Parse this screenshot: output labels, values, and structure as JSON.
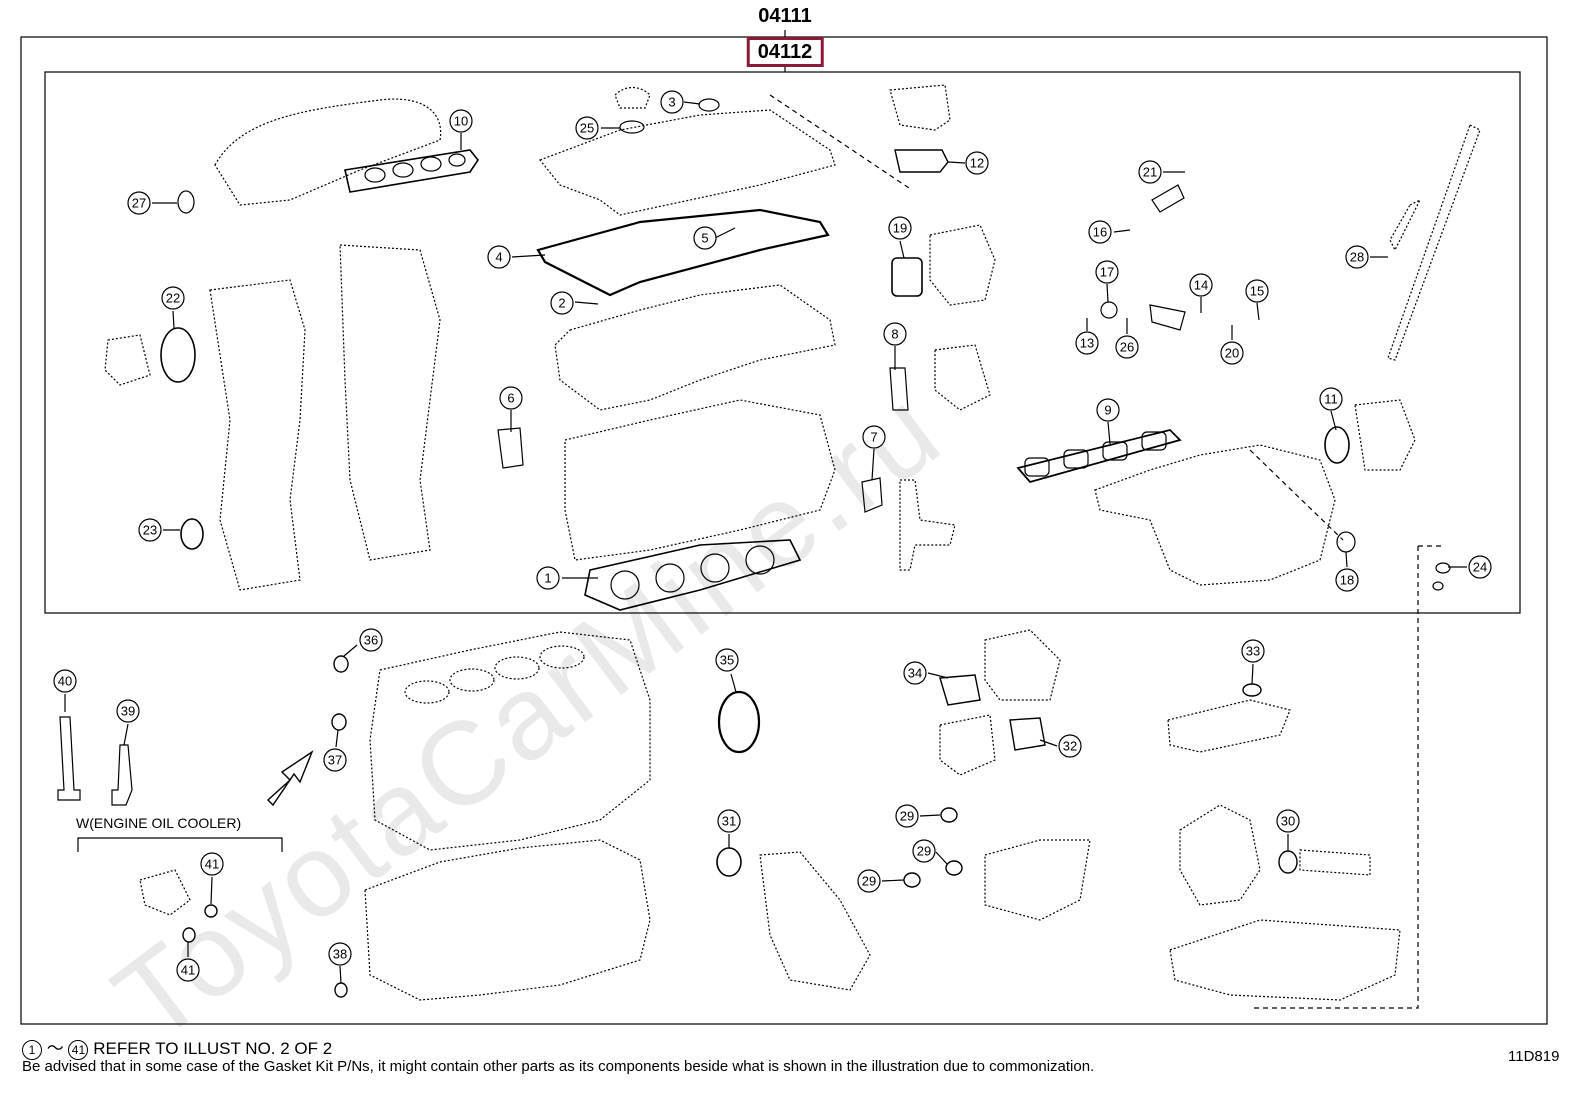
{
  "header": {
    "kit_ref": "04111",
    "selected_ref": "04112"
  },
  "accent_color": "#8b1a3a",
  "watermark": "ToyotaCarMine.ru",
  "bubbles": [
    "1",
    "2",
    "3",
    "4",
    "5",
    "6",
    "7",
    "8",
    "9",
    "10",
    "11",
    "12",
    "13",
    "14",
    "15",
    "16",
    "17",
    "18",
    "19",
    "20",
    "21",
    "22",
    "23",
    "24",
    "25",
    "26",
    "27",
    "28",
    "29",
    "29",
    "29",
    "30",
    "31",
    "32",
    "33",
    "34",
    "35",
    "36",
    "37",
    "38",
    "39",
    "40",
    "41",
    "41"
  ],
  "callout_label": "W(ENGINE OIL COOLER)",
  "footer": {
    "note_refer_start": "1",
    "note_refer_end": "41",
    "note_refer_text": "REFER TO ILLUST NO. 2 OF 2",
    "note_disclaimer": "Be advised that in some case of the Gasket Kit P/Ns,  it might contain other parts as its components beside what is shown in the illustration due to commonization.",
    "figure_id": "11D819"
  }
}
